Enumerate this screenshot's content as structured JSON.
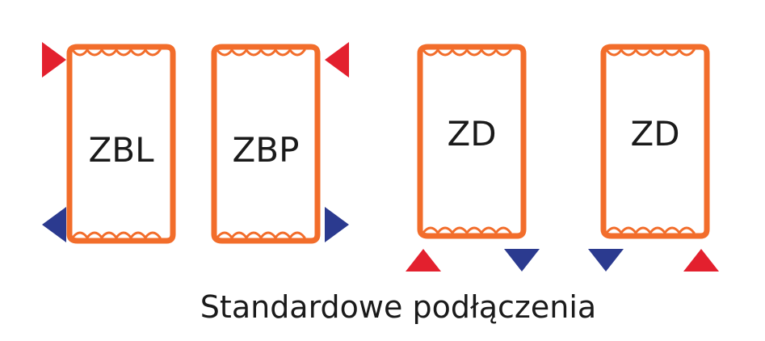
{
  "colors": {
    "radiator_stroke": "#f26d2b",
    "supply_arrow": "#e3202e",
    "return_arrow": "#2b3a8f",
    "text": "#1a1a1a"
  },
  "radiators": [
    {
      "label": "ZBL",
      "supply": "left-top",
      "return": "left-bottom"
    },
    {
      "label": "ZBP",
      "supply": "right-top",
      "return": "right-bottom"
    },
    {
      "label": "ZD",
      "supply": "bottom-left",
      "return": "bottom-right"
    },
    {
      "label": "ZD",
      "supply": "bottom-right",
      "return": "bottom-left"
    }
  ],
  "caption": "Standardowe podłączenia"
}
